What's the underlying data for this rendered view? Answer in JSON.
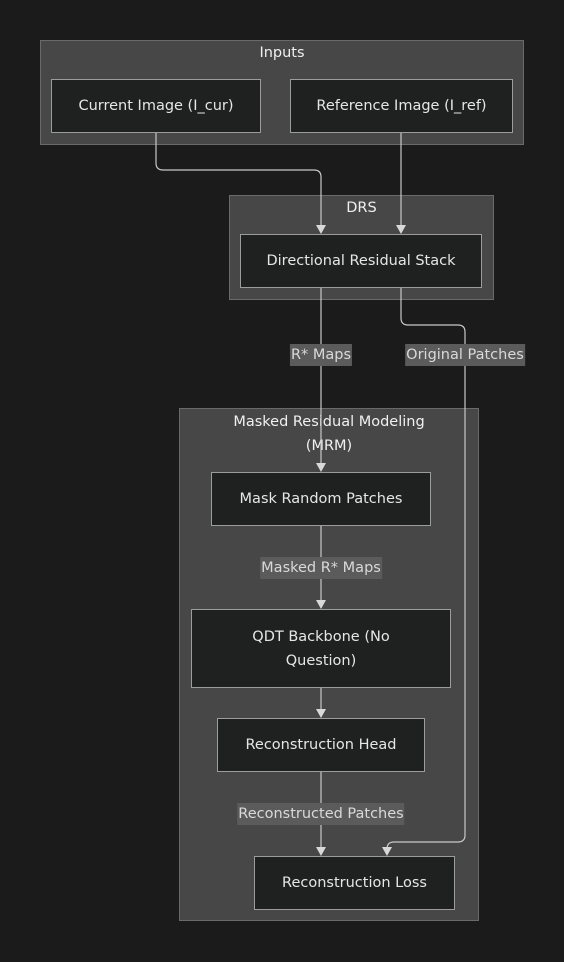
{
  "clusters": {
    "inputs": "Inputs",
    "drs": "DRS",
    "mrm_line1": "Masked Residual Modeling",
    "mrm_line2": "(MRM)"
  },
  "nodes": {
    "current_image": "Current Image (I_cur)",
    "reference_image": "Reference Image (I_ref)",
    "directional_residual_stack": "Directional Residual Stack",
    "mask_random_patches": "Mask Random Patches",
    "qdt_backbone_line1": "QDT Backbone (No",
    "qdt_backbone_line2": "Question)",
    "reconstruction_head": "Reconstruction Head",
    "reconstruction_loss": "Reconstruction Loss"
  },
  "edge_labels": {
    "r_star_maps": "R* Maps",
    "original_patches": "Original Patches",
    "masked_r_star_maps": "Masked R* Maps",
    "reconstructed_patches": "Reconstructed Patches"
  }
}
